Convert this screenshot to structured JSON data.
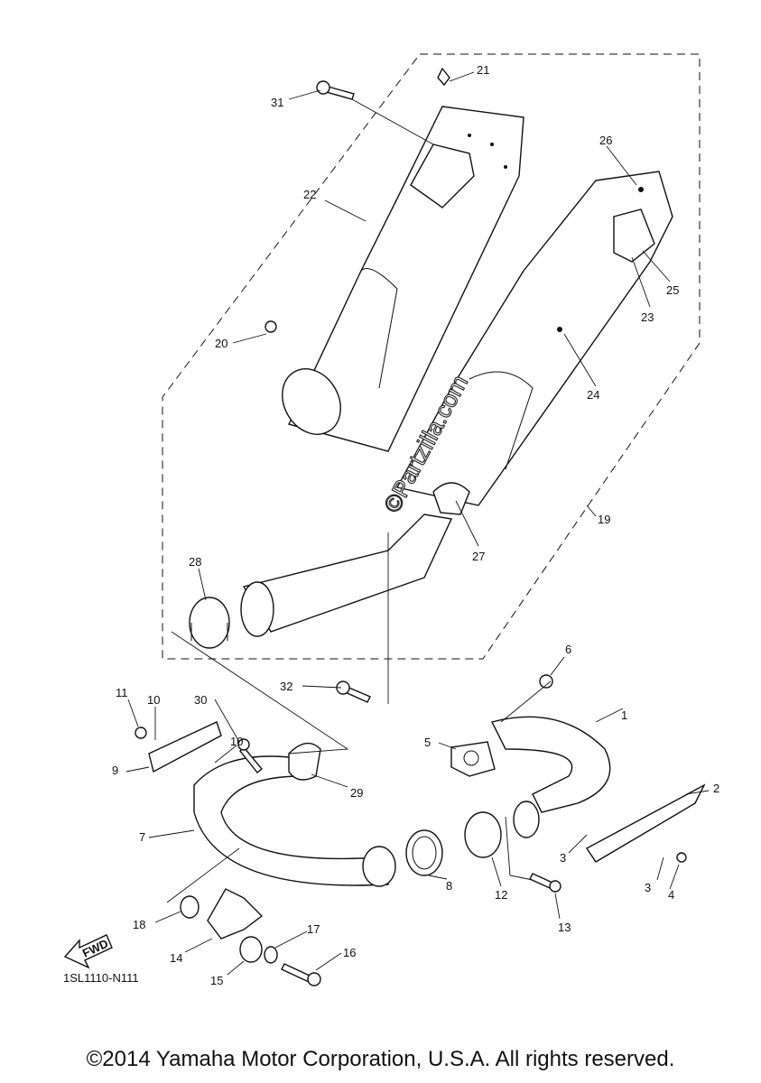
{
  "diagram": {
    "reference_code": "1SL1110-N111",
    "fwd_label": "FWD",
    "watermark": "©Partzilla.com",
    "copyright": "©2014 Yamaha Motor Corporation, U.S.A. All rights reserved.",
    "callouts": [
      "1",
      "2",
      "3",
      "3",
      "4",
      "5",
      "6",
      "7",
      "8",
      "9",
      "10",
      "10",
      "11",
      "12",
      "13",
      "14",
      "15",
      "16",
      "17",
      "18",
      "19",
      "20",
      "21",
      "22",
      "23",
      "24",
      "25",
      "26",
      "27",
      "28",
      "29",
      "30",
      "31",
      "32"
    ]
  }
}
